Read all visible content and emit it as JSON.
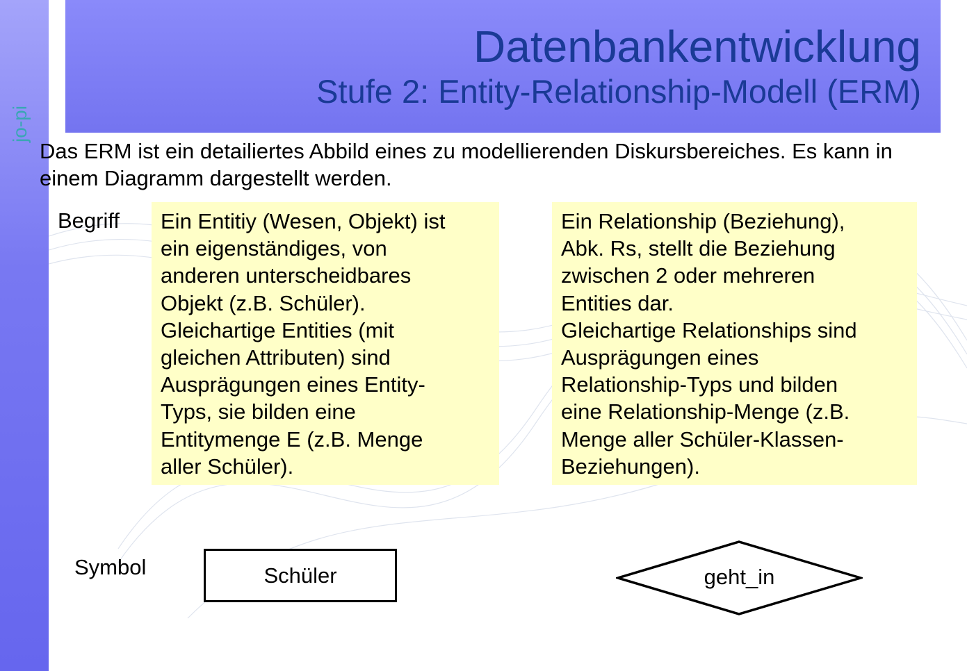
{
  "sidebar": {
    "brand": "jo-pi"
  },
  "header": {
    "title": "Datenbankentwicklung",
    "subtitle": "Stufe 2: Entity-Relationship-Modell (ERM)"
  },
  "intro": "Das ERM ist ein detailiertes Abbild eines zu modellierenden Diskursbereiches. Es kann in einem Diagramm dargestellt werden.",
  "labels": {
    "term": "Begriff",
    "symbol": "Symbol"
  },
  "entity_definition": "Ein Entitiy (Wesen, Objekt) ist\nein eigenständiges, von\nanderen unterscheidbares\nObjekt (z.B. Schüler).\nGleichartige Entities (mit\ngleichen Attributen) sind\nAusprägungen eines Entity-\nTyps, sie bilden eine\nEntitymenge E (z.B. Menge\naller Schüler).",
  "relationship_definition": "Ein Relationship (Beziehung),\nAbk. Rs, stellt die Beziehung\nzwischen 2 oder mehreren\nEntities dar.\nGleichartige Relationships sind\nAusprägungen eines\nRelationship-Typs und bilden\neine Relationship-Menge (z.B.\nMenge aller Schüler-Klassen-\nBeziehungen).",
  "symbols": {
    "entity": "Schüler",
    "relationship": "geht_in"
  }
}
